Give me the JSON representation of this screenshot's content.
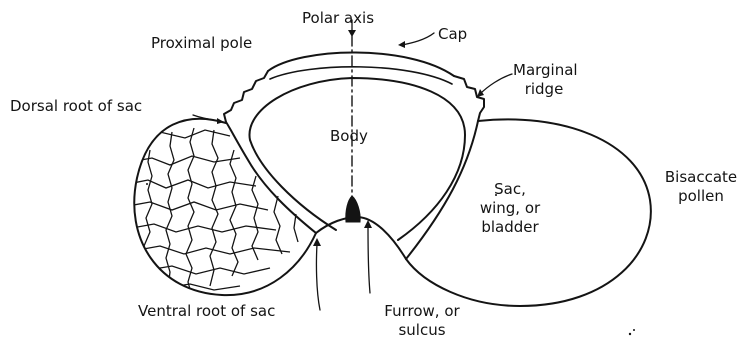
{
  "labels": {
    "polar_axis": "Polar axis",
    "proximal_pole": "Proximal pole",
    "cap": "Cap",
    "marginal_ridge": [
      "Marginal",
      "ridge"
    ],
    "dorsal_root": "Dorsal root of sac",
    "body": "Body",
    "sac": [
      "Sac,",
      "wing, or",
      "bladder"
    ],
    "bisaccate": [
      "Bisaccate",
      "pollen"
    ],
    "ventral_root": "Ventral root of sac",
    "furrow": [
      "Furrow, or",
      "sulcus"
    ]
  },
  "colors": {
    "ink": "#141414",
    "paper": "#ffffff"
  }
}
